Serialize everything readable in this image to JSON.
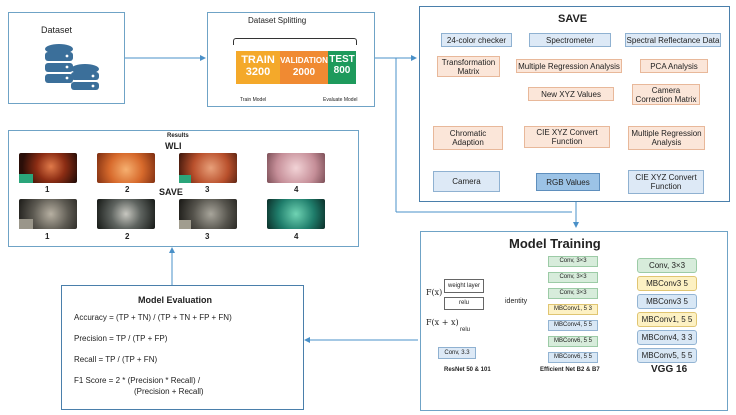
{
  "dataset": {
    "label": "Dataset"
  },
  "splitting": {
    "title": "Dataset Splitting",
    "train": {
      "name": "TRAIN",
      "count": "3200",
      "color": "#f4a92a"
    },
    "validation": {
      "name": "VALIDATION",
      "count": "2000",
      "color": "#f08a32"
    },
    "test": {
      "name": "TEST",
      "count": "800",
      "color": "#1e9a5c"
    },
    "train_caption": "Train Model",
    "evaluate_caption": "Evaluate Model"
  },
  "save": {
    "title": "SAVE",
    "color_checker": "24-color checker",
    "spectrometer": "Spectrometer",
    "spectral": "Spectral Reflectance Data",
    "transformation": "Transformation Matrix",
    "mra_top": "Multiple Regression Analysis",
    "pca": "PCA Analysis",
    "new_xyz": "New XYZ Values",
    "ccm": "Camera Correction Matrix",
    "chromatic": "Chromatic Adaption",
    "cie_mid": "CIE XYZ Convert Function",
    "mra_mid": "Multiple Regression Analysis",
    "camera": "Camera",
    "rgb": "RGB Values",
    "cie_bottom": "CIE XYZ Convert Function"
  },
  "results": {
    "title": "Results",
    "wli_label": "WLI",
    "save_label": "SAVE",
    "wli_numbers": [
      "1",
      "2",
      "3",
      "4"
    ],
    "save_numbers": [
      "1",
      "2",
      "3",
      "4"
    ]
  },
  "training": {
    "title": "Model Training",
    "fx": "F(x)",
    "weight_layer": "weight layer",
    "relu1": "relu",
    "identity": "identity",
    "fxx": "F(x + x)",
    "relu2": "relu",
    "conv33": "Conv, 3.3",
    "resnet_caption": "ResNet 50 & 101",
    "efficientnet": [
      "Conv, 3×3",
      "Conv, 3×3",
      "Conv, 3×3",
      "MBConv1, 5 3",
      "MBConv4, 5 5",
      "MBConv6, 5 5",
      "MBConv6, 5 5"
    ],
    "efficientnet_caption": "Efficient Net B2 & B7",
    "vgg": [
      "Conv, 3×3",
      "MBConv3 5",
      "MBConv3 5",
      "MBConv1, 5 5",
      "MBConv4, 3 3",
      "MBConv5, 5 5"
    ],
    "vgg_caption": "VGG 16"
  },
  "evaluation": {
    "title": "Model Evaluation",
    "accuracy": "Accuracy = (TP + TN) / (TP + TN + FP + FN)",
    "precision": "Precision = TP / (TP + FP)",
    "recall": "Recall = TP / (TP + FN)",
    "f1_line1": "F1 Score = 2 * (Precision * Recall) /",
    "f1_line2": "(Precision + Recall)"
  }
}
